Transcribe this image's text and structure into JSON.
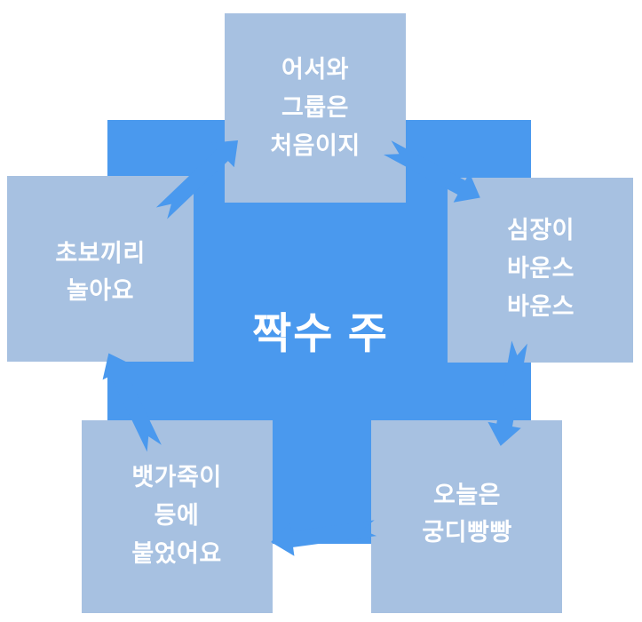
{
  "diagram": {
    "type": "cycle",
    "direction": "clockwise",
    "style": "five light-blue square nodes around a solid blue central square, connected by thick blue block arrows with stealth tails circulating clockwise"
  },
  "center": {
    "label": "짝수 주"
  },
  "nodes": [
    {
      "position": "top",
      "lines": [
        "어서와",
        "그룹은",
        "처음이지"
      ]
    },
    {
      "position": "right",
      "lines": [
        "심장이",
        "바운스",
        "바운스"
      ]
    },
    {
      "position": "bottom-right",
      "lines": [
        "오늘은",
        "궁디빵빵"
      ]
    },
    {
      "position": "bottom-left",
      "lines": [
        "뱃가죽이",
        "등에",
        "붙었어요"
      ]
    },
    {
      "position": "left",
      "lines": [
        "초보끼리",
        "놀아요"
      ]
    }
  ],
  "colors": {
    "primary": "#4a99ee",
    "box": "#a7c1e1",
    "text": "#ffffff",
    "background": "#ffffff"
  }
}
